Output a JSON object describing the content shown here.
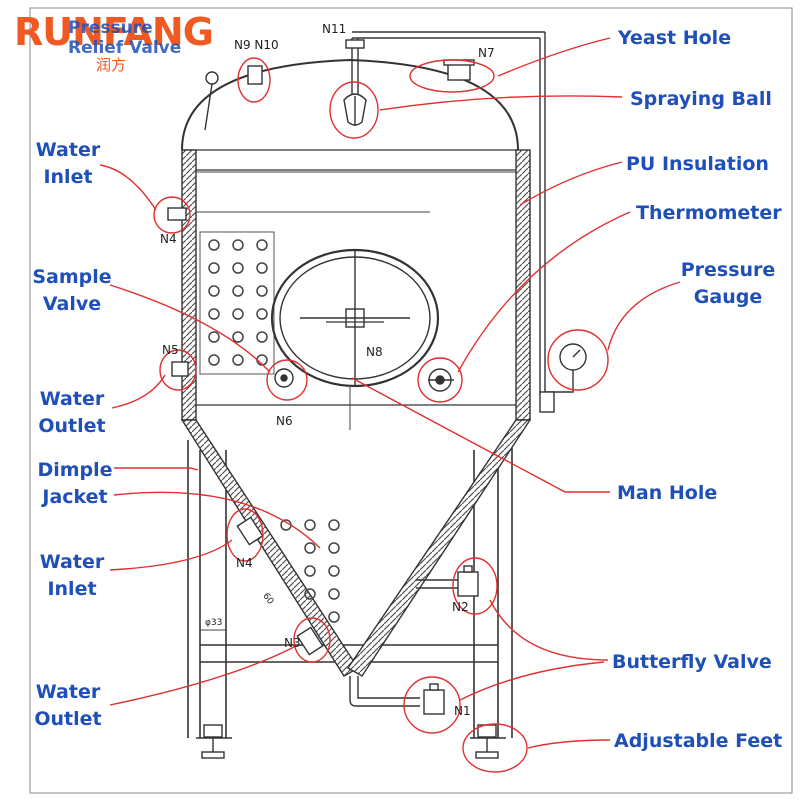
{
  "logo": {
    "brand": "RUNFANG",
    "chinese": "润方"
  },
  "labels": {
    "pressure_relief_valve": [
      "Pressure",
      "Relief Valve"
    ],
    "yeast_hole": "Yeast Hole",
    "spraying_ball": "Spraying Ball",
    "pu_insulation": "PU Insulation",
    "thermometer": "Thermometer",
    "pressure_gauge": [
      "Pressure",
      "Gauge"
    ],
    "water_inlet_top": [
      "Water",
      "Inlet"
    ],
    "sample_valve": [
      "Sample",
      "Valve"
    ],
    "water_outlet_top": [
      "Water",
      "Outlet"
    ],
    "dimple_jacket": [
      "Dimple",
      "Jacket"
    ],
    "water_inlet_bottom": [
      "Water",
      "Inlet"
    ],
    "water_outlet_bottom": [
      "Water",
      "Outlet"
    ],
    "man_hole": "Man Hole",
    "butterfly_valve": "Butterfly Valve",
    "adjustable_feet": "Adjustable Feet"
  },
  "nozzles": {
    "n1": "N1",
    "n2": "N2",
    "n3": "N3",
    "n4_top": "N4",
    "n4_bottom": "N4",
    "n5": "N5",
    "n6": "N6",
    "n7": "N7",
    "n8": "N8",
    "n9_n10": "N9 N10",
    "n11": "N11"
  },
  "dimensions": {
    "cone_phi": "φ33",
    "cone_angle": "60"
  },
  "colors": {
    "label_blue": "#1f4fb8",
    "callout_red": "#e03030",
    "brand_orange": "#f05a22",
    "drawing": "#333333"
  }
}
